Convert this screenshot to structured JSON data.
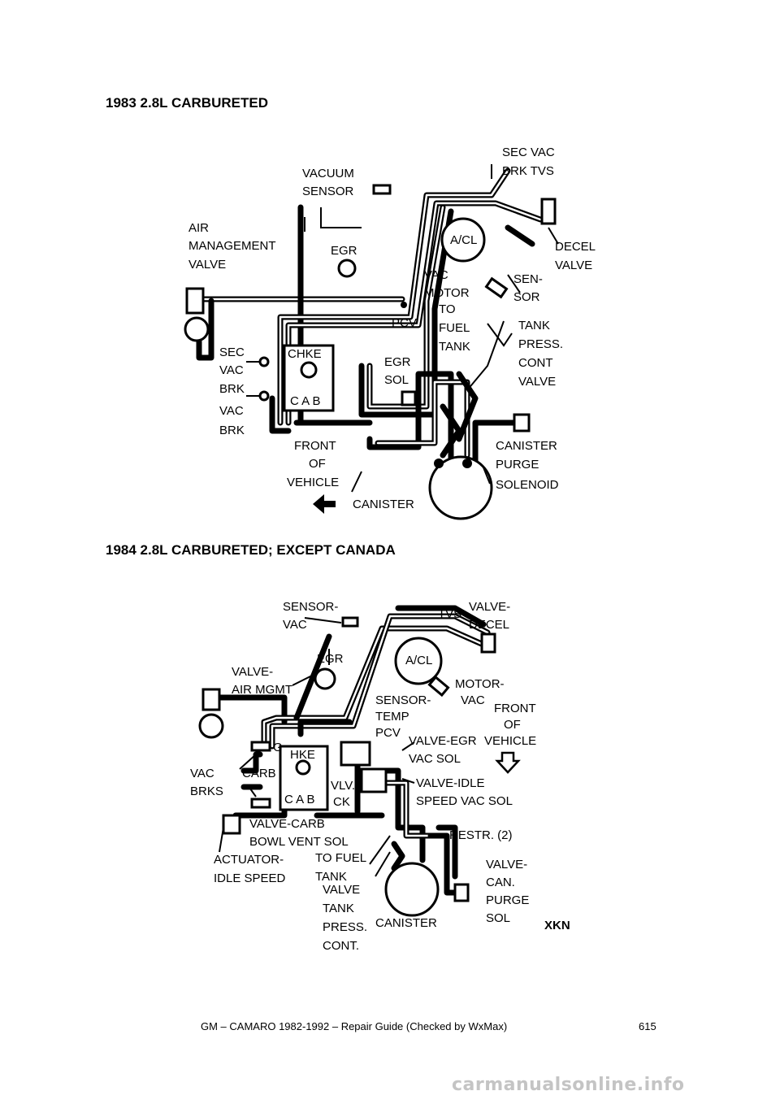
{
  "section1": {
    "title": "1983 2.8L CARBURETED",
    "labels": {
      "vacuum_sensor_1": "VACUUM",
      "vacuum_sensor_2": "SENSOR",
      "sec_vac_brk_tvs_1": "SEC VAC",
      "sec_vac_brk_tvs_2": "BRK TVS",
      "air_mgmt_1": "AIR",
      "air_mgmt_2": "MANAGEMENT",
      "air_mgmt_3": "VALVE",
      "egr": "EGR",
      "acl": "A/CL",
      "decel_1": "DECEL",
      "decel_2": "VALVE",
      "vac_motor_1": "VAC",
      "vac_motor_2": "MOTOR",
      "sensor_1": "SEN-",
      "sensor_2": "SOR",
      "pcv": "PCV",
      "to_fuel_tank_1": "TO",
      "to_fuel_tank_2": "FUEL",
      "to_fuel_tank_3": "TANK",
      "tank_press_1": "TANK",
      "tank_press_2": "PRESS.",
      "tank_press_3": "CONT",
      "tank_press_4": "VALVE",
      "sec_vac_brk_1": "SEC",
      "sec_vac_brk_2": "VAC",
      "sec_vac_brk_3": "BRK",
      "chke": "CHKE",
      "cab": "C A B",
      "egr_sol_1": "EGR",
      "egr_sol_2": "SOL",
      "vac_brk_1": "VAC",
      "vac_brk_2": "BRK",
      "front_1": "FRONT",
      "front_2": "OF",
      "front_3": "VEHICLE",
      "canister": "CANISTER",
      "canister_purge_1": "CANISTER",
      "canister_purge_2": "PURGE",
      "canister_purge_3": "SOLENOID"
    }
  },
  "section2": {
    "title": "1984 2.8L CARBURETED; EXCEPT CANADA",
    "labels": {
      "sensor_vac_1": "SENSOR-",
      "sensor_vac_2": "VAC",
      "tvs": "TVS",
      "valve_decel_1": "VALVE-",
      "valve_decel_2": "DECEL",
      "egr": "EGR",
      "valve_air_1": "VALVE-",
      "valve_air_2": "AIR MGMT",
      "acl": "A/CL",
      "motor_vac_1": "MOTOR-",
      "motor_vac_2": "VAC",
      "sensor_temp_1": "SENSOR-",
      "sensor_temp_2": "TEMP",
      "front_1": "FRONT",
      "front_2": "OF",
      "front_3": "VEHICLE",
      "pcv": "PCV",
      "g": "G",
      "chke": "HKE",
      "valve_egr_1": "VALVE-EGR",
      "valve_egr_2": "VAC SOL",
      "vac_brks_1": "VAC",
      "vac_brks_2": "BRKS",
      "carb": "CARB",
      "cab": "C A B",
      "vlv_ck_1": "VLV.",
      "vlv_ck_2": "CK",
      "valve_idle_1": "VALVE-IDLE",
      "valve_idle_2": "SPEED VAC SOL",
      "valve_carb_1": "VALVE-CARB",
      "valve_carb_2": "BOWL VENT SOL",
      "restr": "RESTR. (2)",
      "actuator_1": "ACTUATOR-",
      "actuator_2": "IDLE SPEED",
      "to_fuel_1": "TO FUEL",
      "to_fuel_2": "TANK",
      "valve_can_1": "VALVE-",
      "valve_can_2": "CAN.",
      "valve_can_3": "PURGE",
      "valve_can_4": "SOL",
      "valve_tank_1": "VALVE",
      "valve_tank_2": "TANK",
      "valve_tank_3": "PRESS.",
      "valve_tank_4": "CONT.",
      "canister": "CANISTER",
      "code": "XKN"
    }
  },
  "footer": {
    "text": "GM – CAMARO 1982-1992 – Repair Guide (Checked by WxMax)",
    "page_number": "615"
  },
  "watermark": "carmanualsonline.info"
}
